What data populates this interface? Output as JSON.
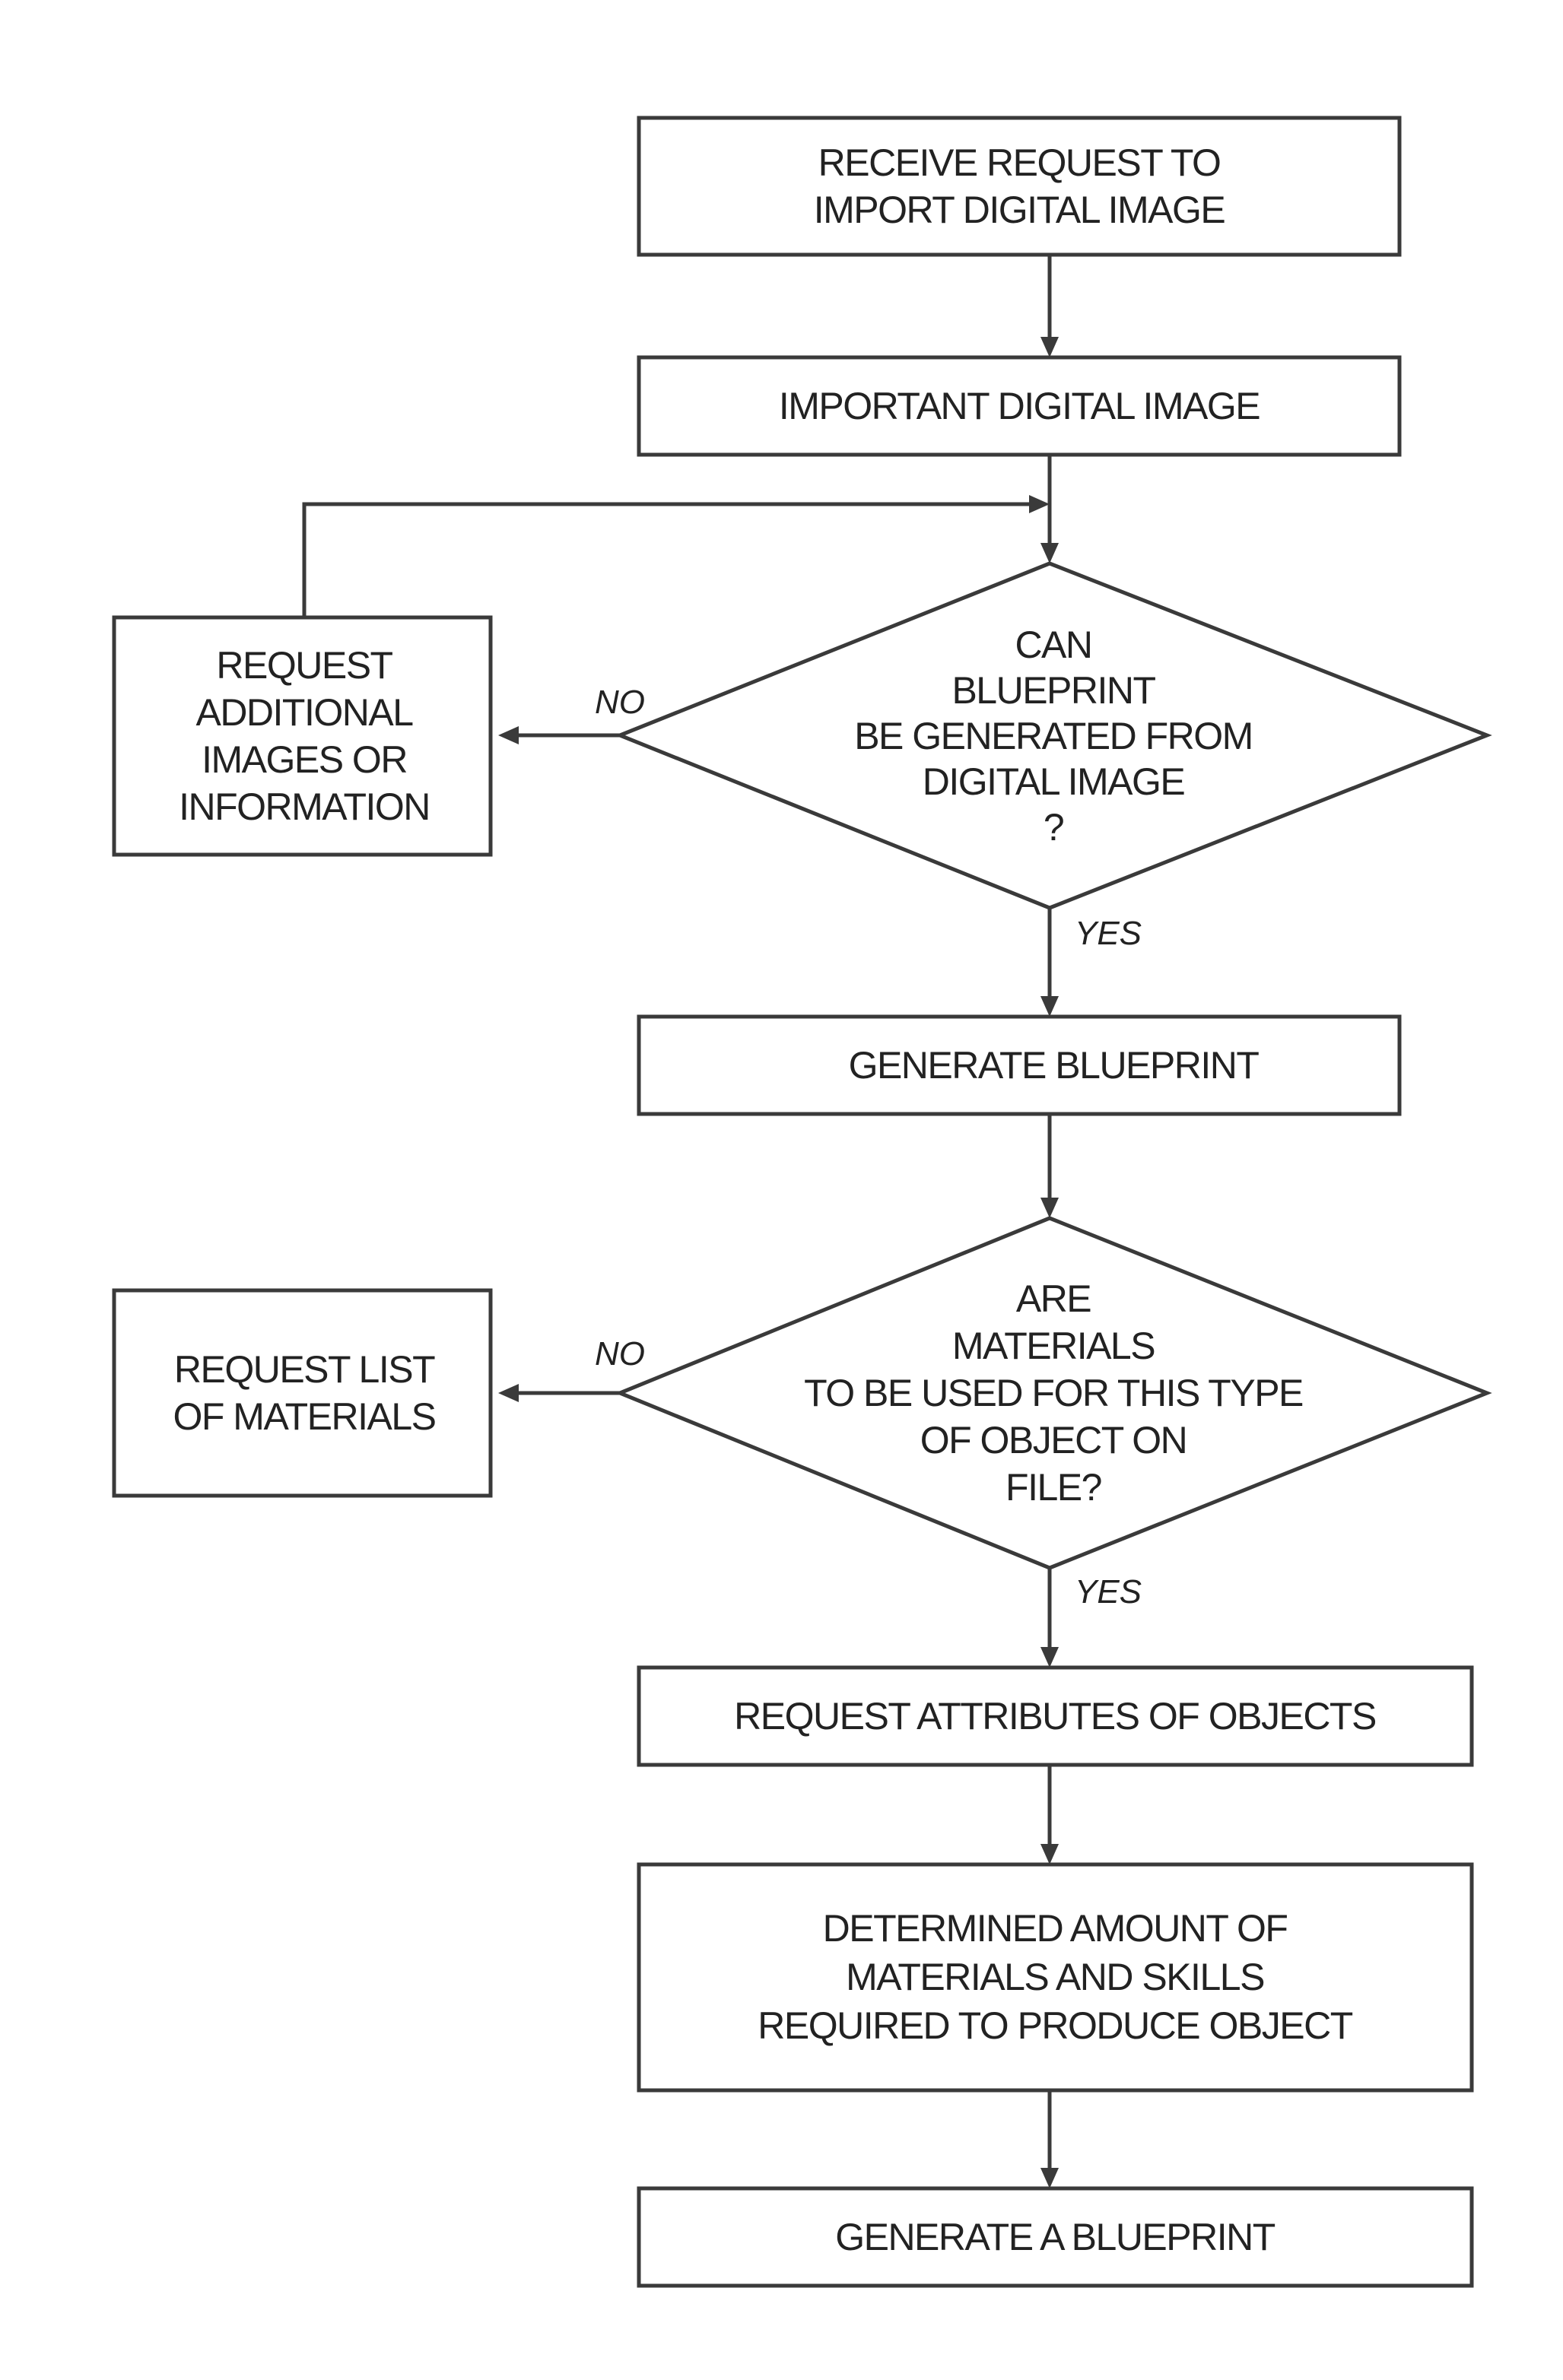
{
  "nodes": {
    "receive_request": {
      "lines": [
        "RECEIVE REQUEST TO",
        "IMPORT DIGITAL IMAGE"
      ]
    },
    "import_image": {
      "lines": [
        "IMPORTANT DIGITAL IMAGE"
      ]
    },
    "can_generate_decision": {
      "lines": [
        "CAN",
        "BLUEPRINT",
        "BE GENERATED FROM",
        "DIGITAL IMAGE",
        "?"
      ]
    },
    "request_additional": {
      "lines": [
        "REQUEST",
        "ADDITIONAL",
        "IMAGES OR",
        "INFORMATION"
      ]
    },
    "generate_blueprint": {
      "lines": [
        "GENERATE BLUEPRINT"
      ]
    },
    "materials_decision": {
      "lines": [
        "ARE",
        "MATERIALS",
        "TO BE USED FOR THIS TYPE",
        "OF OBJECT ON",
        "FILE?"
      ]
    },
    "request_materials_list": {
      "lines": [
        "REQUEST LIST",
        "OF MATERIALS"
      ]
    },
    "request_attributes": {
      "lines": [
        "REQUEST ATTRIBUTES OF OBJECTS"
      ]
    },
    "determine_amount": {
      "lines": [
        "DETERMINED AMOUNT OF",
        "MATERIALS AND SKILLS",
        "REQUIRED TO PRODUCE OBJECT"
      ]
    },
    "generate_a_blueprint": {
      "lines": [
        "GENERATE A BLUEPRINT"
      ]
    }
  },
  "edge_labels": {
    "decision1_no": "NO",
    "decision1_yes": "YES",
    "decision2_no": "NO",
    "decision2_yes": "YES"
  }
}
